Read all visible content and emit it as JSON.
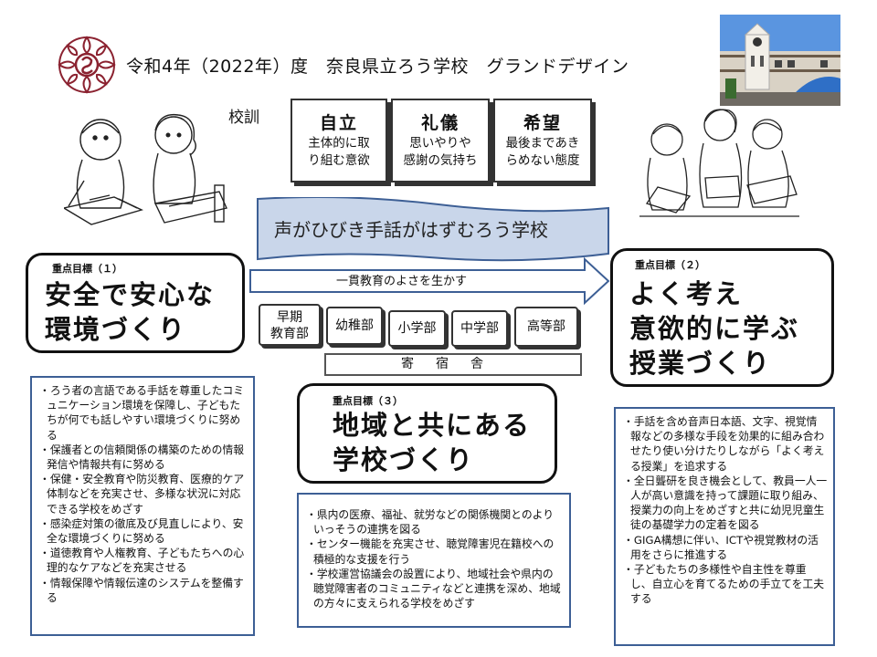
{
  "title": "令和4年（2022年）度　奈良県立ろう学校　グランドデザイン",
  "motto": {
    "label": "校訓",
    "items": [
      {
        "heading": "自立",
        "sub1": "主体的に取",
        "sub2": "り組む意欲"
      },
      {
        "heading": "礼儀",
        "sub1": "思いやりや",
        "sub2": "感謝の気持ち"
      },
      {
        "heading": "希望",
        "sub1": "最後まであき",
        "sub2": "らめない態度"
      }
    ]
  },
  "banner": "声がひびき手話がはずむろう学校",
  "arrow_label": "一貫教育のよさを生かす",
  "departments": [
    "早期",
    "教育部",
    "幼稚部",
    "小学部",
    "中学部",
    "高等部"
  ],
  "dormitory": "寄宿舎",
  "goals": [
    {
      "tag": "重点目標（１）",
      "line1": "安全で安心な",
      "line2": "環境づくり"
    },
    {
      "tag": "重点目標（２）",
      "line1": "よく考え",
      "line2": "意欲的に学ぶ",
      "line3": "授業づくり"
    },
    {
      "tag": "重点目標（３）",
      "line1": "地域と共にある",
      "line2": "学校づくり"
    }
  ],
  "lists": {
    "left": [
      "ろう者の言語である手話を尊重したコミュニケーション環境を保障し、子どもたちが何でも話しやすい環境づくりに努める",
      "保護者との信頼関係の構築のための情報発信や情報共有に努める",
      "保健・安全教育や防災教育、医療的ケア体制などを充実させ、多様な状況に対応できる学校をめざす",
      "感染症対策の徹底及び見直しにより、安全な環境づくりに努める",
      "道徳教育や人権教育、子どもたちへの心理的なケアなどを充実させる",
      "情報保障や情報伝達のシステムを整備する"
    ],
    "middle": [
      "県内の医療、福祉、就労などの関係機関とのよりいっそうの連携を図る",
      "センター機能を充実させ、聴覚障害児在籍校への積極的な支援を行う",
      "学校運営協議会の設置により、地域社会や県内の聴覚障害者のコミュニティなどと連携を深め、地域の方々に支えられる学校をめざす"
    ],
    "right": [
      "手話を含め音声日本語、文字、視覚情報などの多様な手段を効果的に組み合わせたり使い分けたりしながら「よく考える授業」を追求する",
      "全日聾研を良き機会として、教員一人一人が高い意識を持って課題に取り組み、授業力の向上をめざすと共に幼児児童生徒の基礎学力の定着を図る",
      "GIGA構想に伴い、ICTや視覚教材の活用をさらに推進する",
      "子どもたちの多様性や自主性を尊重し、自立心を育てるための手立てを工夫する"
    ]
  },
  "colors": {
    "banner_fill": "#c9d6ea",
    "banner_border": "#3d5f95",
    "list_border": "#3d5f95",
    "logo": "#8b2230"
  }
}
